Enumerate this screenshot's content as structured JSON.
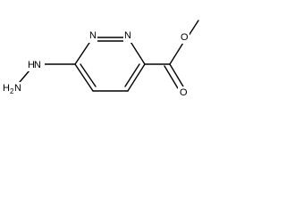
{
  "molecule": {
    "atoms": {
      "n_ring_1": "N",
      "n_ring_2": "N",
      "o_carbonyl": "O",
      "o_ester": "O",
      "n_amino": "H",
      "n_terminal": "H",
      "n_terminal_sub": "2",
      "n_terminal_letter": "N"
    }
  },
  "colors": {
    "bond": "#000000",
    "background": "#ffffff"
  }
}
